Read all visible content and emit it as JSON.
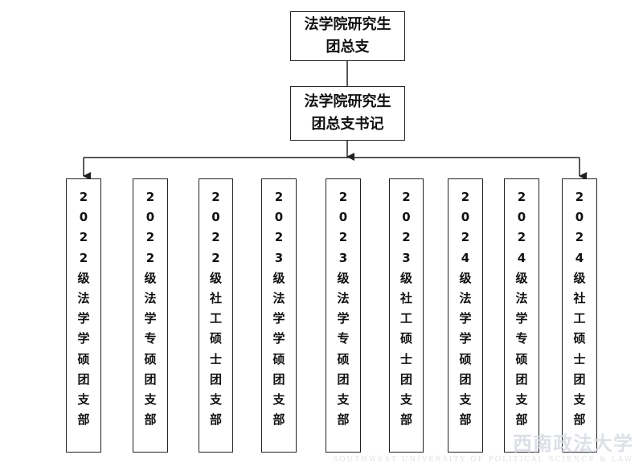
{
  "root": {
    "lines": [
      "法学院研究生",
      "团总支"
    ]
  },
  "secretary": {
    "lines": [
      "法学院研究生",
      "团总支书记"
    ]
  },
  "branches": [
    {
      "label": "2022级法学学硕团支部"
    },
    {
      "label": "2022级法学专硕团支部"
    },
    {
      "label": "2022级社工硕士团支部"
    },
    {
      "label": "2023级法学学硕团支部"
    },
    {
      "label": "2023级法学专硕团支部"
    },
    {
      "label": "2023级社工硕士团支部"
    },
    {
      "label": "2024级法学学硕团支部"
    },
    {
      "label": "2024级法学专硕团支部"
    },
    {
      "label": "2024级社工硕士团支部"
    }
  ],
  "watermark": {
    "main": "西南政法大学",
    "sub": "SOUTHWEST UNIVERSITY OF POLITICAL SCIENCE & LAW"
  },
  "colors": {
    "line": "#222222",
    "box_border": "#222222",
    "background": "#ffffff"
  }
}
